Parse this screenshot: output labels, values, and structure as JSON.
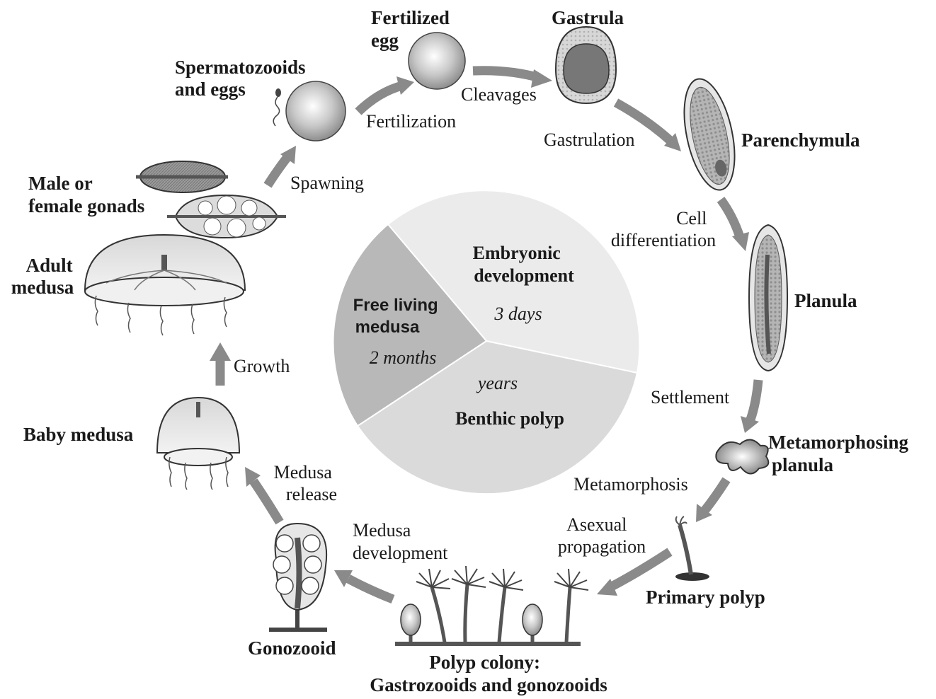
{
  "stages": {
    "spermatozooids": [
      "Spermatozooids",
      "and eggs"
    ],
    "fertilized_egg": [
      "Fertilized",
      "egg"
    ],
    "gastrula": [
      "Gastrula"
    ],
    "parenchymula": [
      "Parenchymula"
    ],
    "planula": [
      "Planula"
    ],
    "metamorphosing_planula": [
      "Metamorphosing",
      "planula"
    ],
    "primary_polyp": [
      "Primary polyp"
    ],
    "polyp_colony": [
      "Polyp colony:",
      "Gastrozooids and gonozooids"
    ],
    "gonozooid": [
      "Gonozooid"
    ],
    "baby_medusa": [
      "Baby medusa"
    ],
    "adult_medusa": [
      "Adult",
      "medusa"
    ],
    "gonads": [
      "Male or",
      "female gonads"
    ]
  },
  "processes": {
    "fertilization": [
      "Fertilization"
    ],
    "cleavages": [
      "Cleavages"
    ],
    "gastrulation": [
      "Gastrulation"
    ],
    "cell_differentiation": [
      "Cell",
      "differentiation"
    ],
    "settlement": [
      "Settlement"
    ],
    "metamorphosis": [
      "Metamorphosis"
    ],
    "asexual_propagation": [
      "Asexual",
      "propagation"
    ],
    "medusa_development": [
      "Medusa",
      "development"
    ],
    "medusa_release": [
      "Medusa",
      "release"
    ],
    "growth": [
      "Growth"
    ],
    "spawning": [
      "Spawning"
    ]
  },
  "pie": {
    "embryonic": {
      "title": [
        "Embryonic",
        "development"
      ],
      "duration": "3 days",
      "color": "#ebebeb"
    },
    "benthic": {
      "title": [
        "Benthic polyp"
      ],
      "duration": "years",
      "color": "#dadada"
    },
    "free_living": {
      "title": [
        "Free living",
        "medusa"
      ],
      "duration": "2 months",
      "color": "#b8b8b8"
    }
  },
  "colors": {
    "arrow": "#8a8a8a",
    "outline": "#333333"
  }
}
